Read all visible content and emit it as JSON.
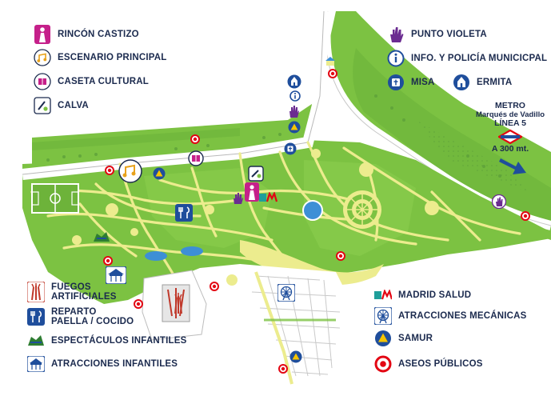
{
  "legend_top_left": [
    {
      "icon": "rincon-castizo-icon",
      "label": "RINCÓN CASTIZO"
    },
    {
      "icon": "music-notes-icon",
      "label": "ESCENARIO PRINCIPAL"
    },
    {
      "icon": "book-icon",
      "label": "CASETA CULTURAL"
    },
    {
      "icon": "calva-icon",
      "label": "CALVA"
    }
  ],
  "legend_top_right": {
    "punto_violeta": "PUNTO VIOLETA",
    "info_policia": "INFO. Y POLICÍA MUNICICPAL",
    "misa": "MISA",
    "ermita": "ERMITA"
  },
  "metro": {
    "title": "METRO",
    "station": "Marqués de Vadillo",
    "line": "LÍNEA 5",
    "distance": "A 300 mt."
  },
  "legend_bottom_left": [
    {
      "icon": "fireworks-icon",
      "label": "FUEGOS\nARTIFICIALES"
    },
    {
      "icon": "cutlery-icon",
      "label": "REPARTO\nPAELLA / COCIDO"
    },
    {
      "icon": "theater-icon",
      "label": "ESPECTÁCULOS INFANTILES"
    },
    {
      "icon": "carousel-icon",
      "label": "ATRACCIONES INFANTILES"
    }
  ],
  "legend_bottom_right": [
    {
      "icon": "madrid-salud-icon",
      "label": "MADRID SALUD"
    },
    {
      "icon": "ferris-wheel-icon",
      "label": "ATRACCIONES MECÁNICAS"
    },
    {
      "icon": "samur-triangle-icon",
      "label": "SAMUR"
    },
    {
      "icon": "toilet-marker-icon",
      "label": "ASEOS PÚBLICOS"
    }
  ],
  "colors": {
    "park_green": "#7cc242",
    "path_yellow": "#ecec8e",
    "water_blue": "#3d8fd6",
    "navy": "#1b2a4e",
    "metro_red": "#e30613",
    "metro_blue": "#1f4e9c",
    "violet": "#6b2c91",
    "rincon_pink": "#c5208a",
    "info_blue": "#1f4e9c",
    "samur_yellow": "#f5c400",
    "toilet_red": "#e30613"
  }
}
